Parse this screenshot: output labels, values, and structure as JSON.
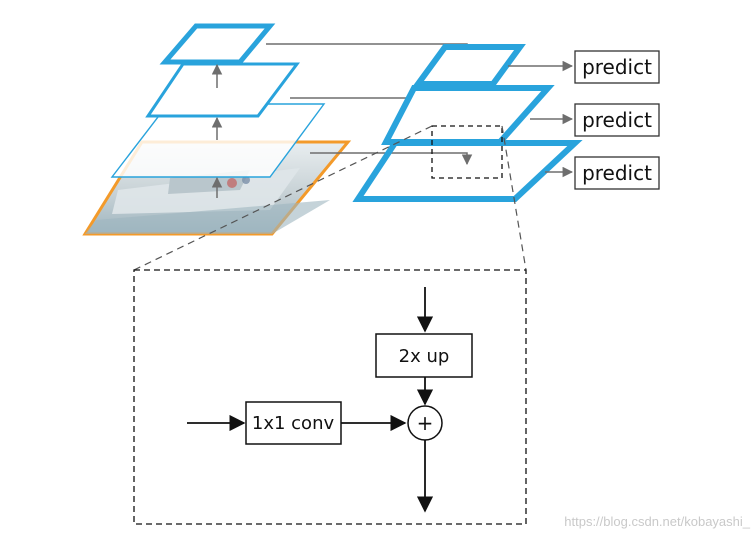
{
  "diagram": {
    "predict_labels": [
      "predict",
      "predict",
      "predict"
    ],
    "upsample_label": "2x up",
    "conv_label": "1x1 conv",
    "sum_symbol": "+",
    "watermark": "https://blog.csdn.net/kobayashi_",
    "colors": {
      "pyramid_blue": "#29a3dc",
      "image_border": "#f39a2a",
      "arrow_gray": "#6e6e6e",
      "line_black": "#111111",
      "boat_water": "#9fb6c0",
      "boat_hull": "#c8d2d6"
    }
  }
}
